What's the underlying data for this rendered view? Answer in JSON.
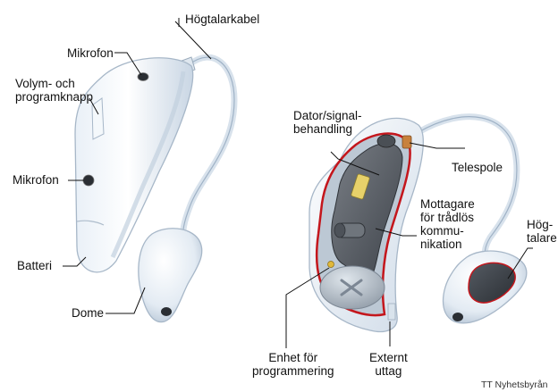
{
  "labels": {
    "hogtalarkabel": "Högtalarkabel",
    "mikrofon_top": "Mikrofon",
    "volym": [
      "Volym- och",
      "programknapp"
    ],
    "mikrofon_mid": "Mikrofon",
    "batteri": "Batteri",
    "dome": "Dome",
    "dator": [
      "Dator/signal-",
      "behandling"
    ],
    "telespole": "Telespole",
    "mottagare": [
      "Mottagare",
      "för trådlös",
      "kommu-",
      "nikation"
    ],
    "hogtalare": [
      "Hög-",
      "talare"
    ],
    "enhet": [
      "Enhet för",
      "programmering"
    ],
    "externt": [
      "Externt",
      "uttag"
    ]
  },
  "credit": "TT Nyhetsbyrån"
}
